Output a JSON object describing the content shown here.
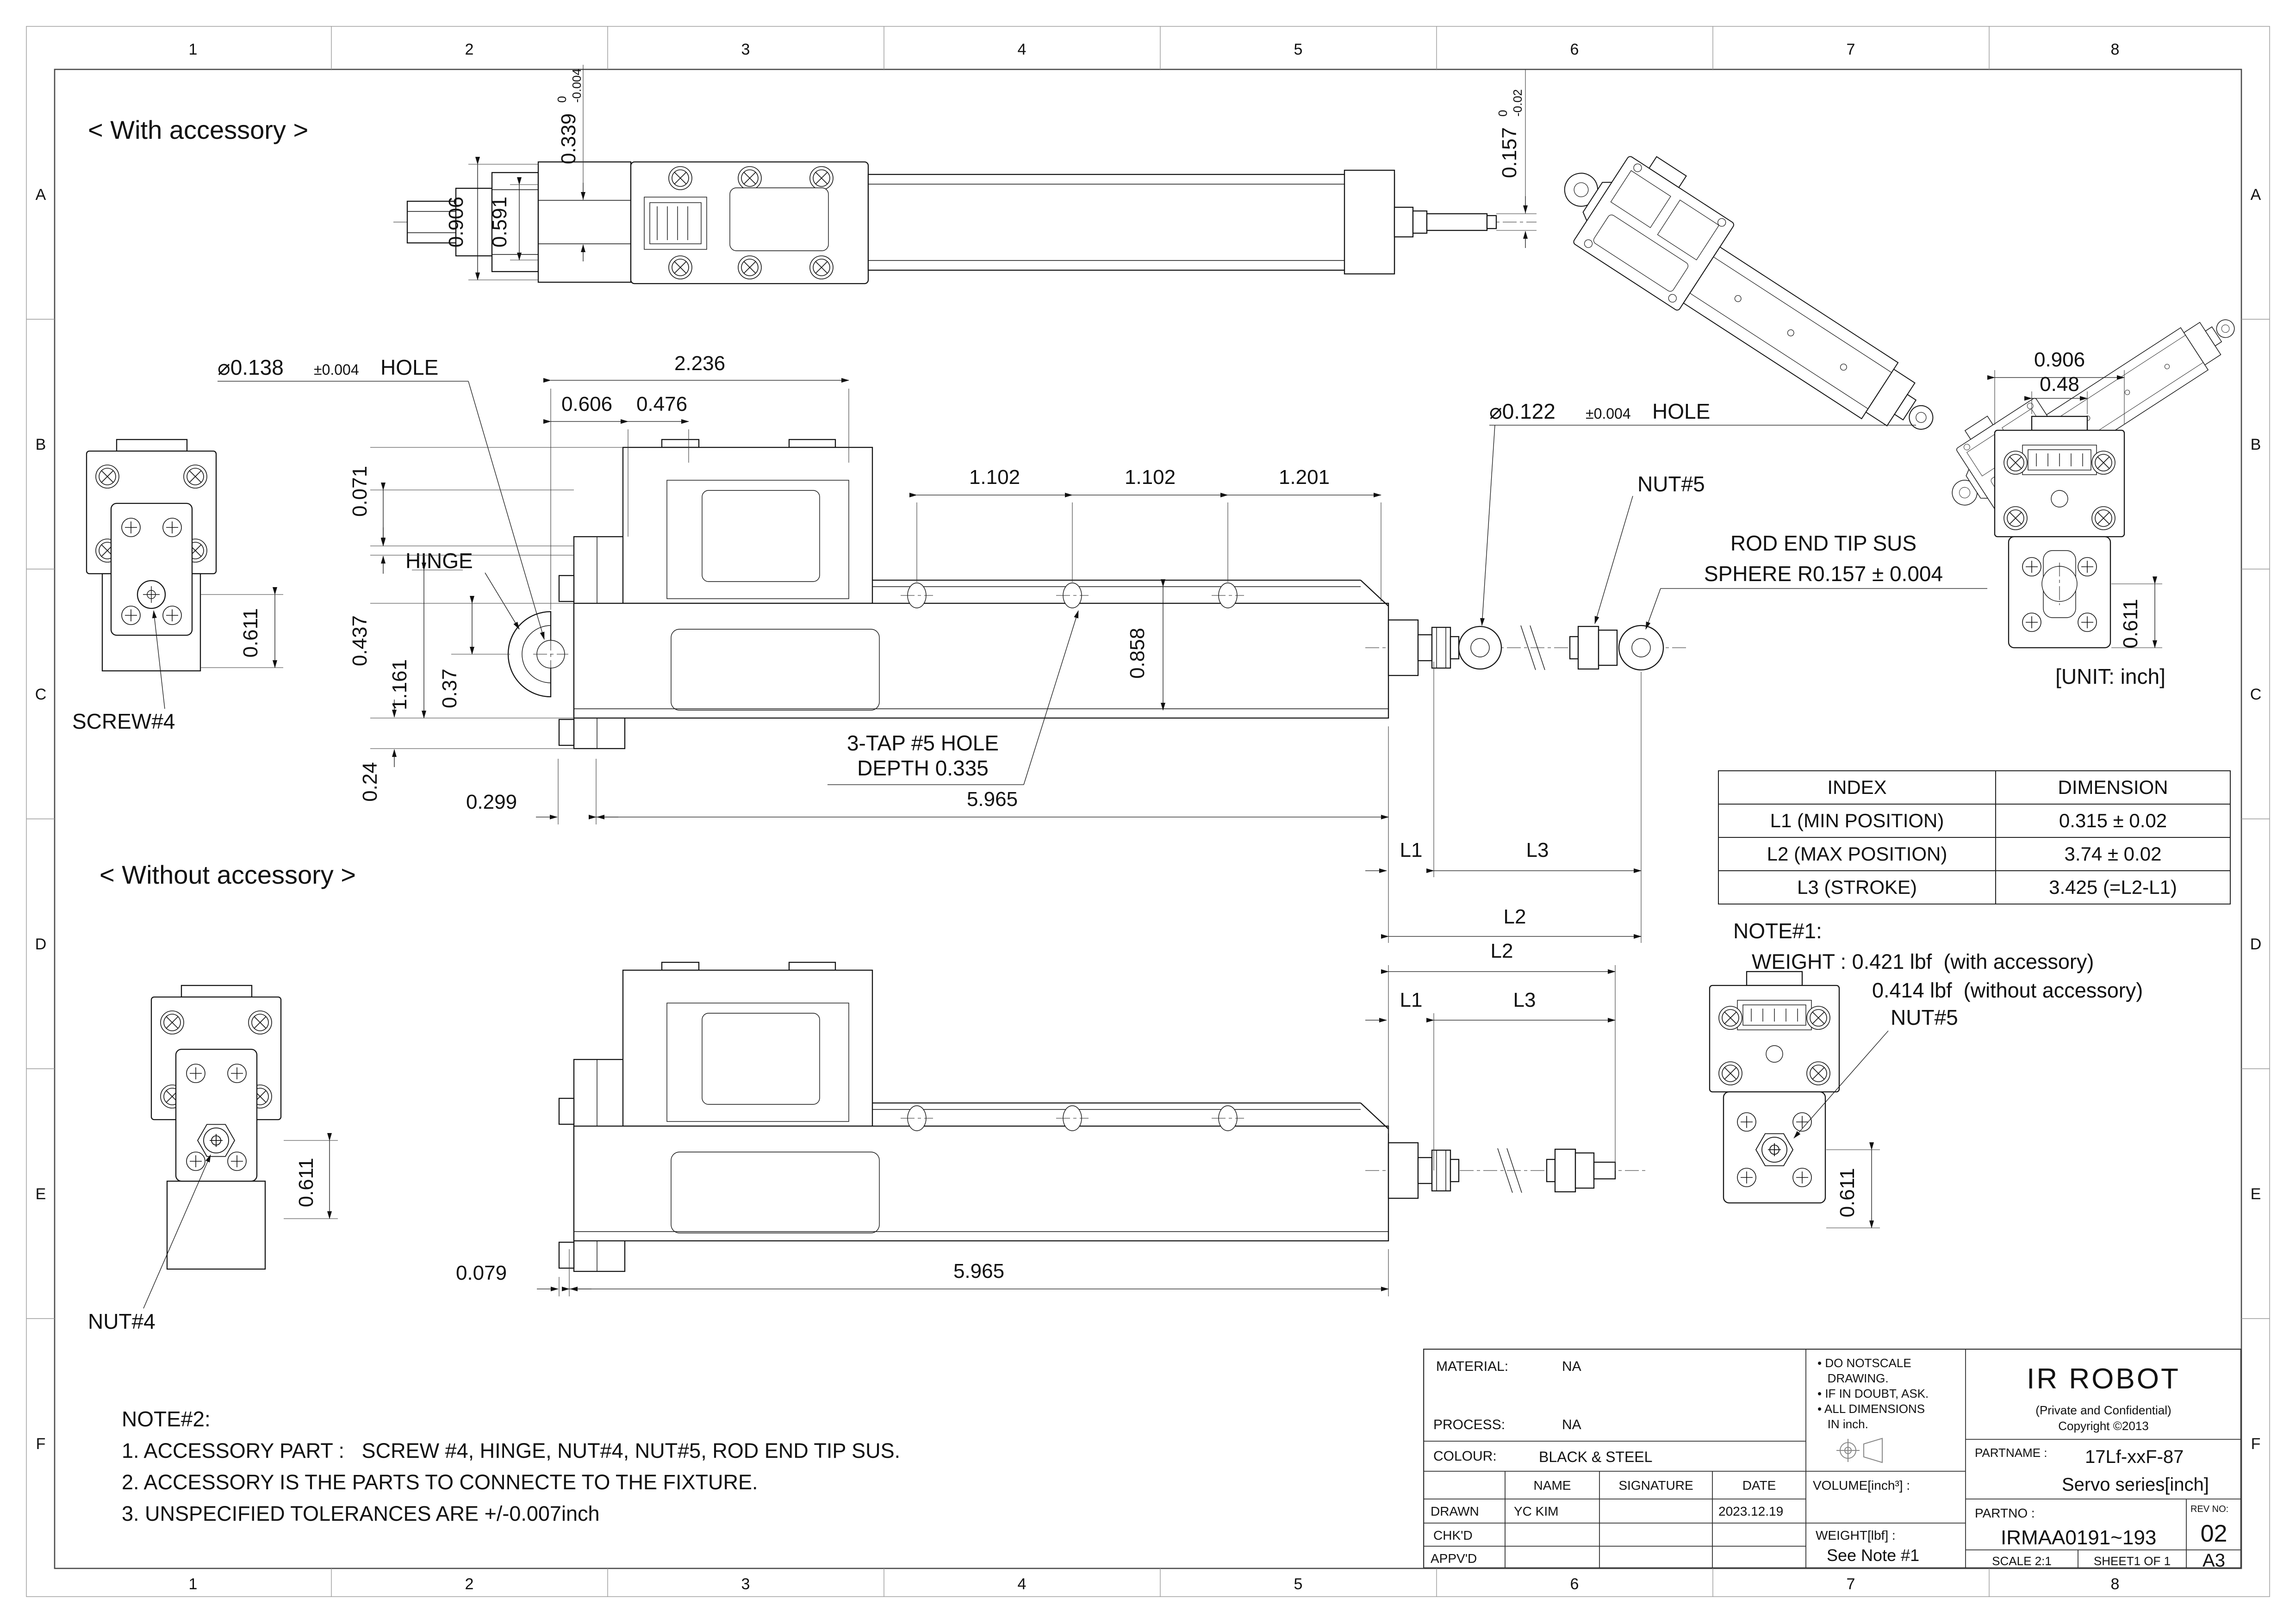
{
  "border": {
    "cols": [
      "1",
      "2",
      "3",
      "4",
      "5",
      "6",
      "7",
      "8"
    ],
    "rows": [
      "A",
      "B",
      "C",
      "D",
      "E",
      "F"
    ]
  },
  "titles": {
    "with_accessory": "< With accessory >",
    "without_accessory": "< Without accessory >",
    "unit_note": "[UNIT: inch]"
  },
  "top_view": {
    "d906": "0.906",
    "d591": "0.591",
    "d339": "0.339",
    "d339_hi": "0",
    "d339_lo": "-0.004",
    "d157": "0.157",
    "d157_hi": "0",
    "d157_lo": "-0.02"
  },
  "view1": {
    "hole138_d": "⌀0.138",
    "hole138_tol": "±0.004",
    "hole138_suffix": "HOLE",
    "d2236": "2.236",
    "d0606": "0.606",
    "d0476": "0.476",
    "hinge": "HINGE",
    "d0437": "0.437",
    "d0071": "0.071",
    "d1161": "1.161",
    "d037": "0.37",
    "d024": "0.24",
    "d1102a": "1.102",
    "d1102b": "1.102",
    "d1201": "1.201",
    "d0858": "0.858",
    "hole122_d": "⌀0.122",
    "hole122_tol": "±0.004",
    "hole122_suffix": "HOLE",
    "nut5": "NUT#5",
    "rodend1": "ROD END TIP SUS",
    "rodend2": "SPHERE R0.157 ± 0.004",
    "tap1": "3-TAP #5 HOLE",
    "tap2": "DEPTH 0.335",
    "d0299": "0.299",
    "d5965": "5.965",
    "L1": "L1",
    "L2": "L2",
    "L3": "L3",
    "screw4": "SCREW#4",
    "d0611_left": "0.611",
    "d0906": "0.906",
    "d048": "0.48",
    "d0611_right": "0.611"
  },
  "view2": {
    "L1": "L1",
    "L2": "L2",
    "L3": "L3",
    "nut4": "NUT#4",
    "nut5": "NUT#5",
    "d0611_left": "0.611",
    "d0611_right": "0.611",
    "d0079": "0.079",
    "d5965": "5.965"
  },
  "index_table": {
    "col1": "INDEX",
    "col2": "DIMENSION",
    "rows": [
      [
        "L1 (MIN POSITION)",
        "0.315 ± 0.02"
      ],
      [
        "L2 (MAX POSITION)",
        "3.74 ± 0.02"
      ],
      [
        "L3 (STROKE)",
        "3.425 (=L2-L1)"
      ]
    ]
  },
  "note1": {
    "title": "NOTE#1:",
    "line1": "WEIGHT : 0.421 lbf  (with accessory)",
    "line2": "0.414 lbf  (without accessory)"
  },
  "note2": {
    "title": "NOTE#2:",
    "item1": "1. ACCESSORY PART :   SCREW #4, HINGE, NUT#4, NUT#5, ROD END TIP SUS.",
    "item2": "2. ACCESSORY IS THE PARTS TO CONNECTE TO THE FIXTURE.",
    "item3": "3. UNSPECIFIED TOLERANCES ARE +/-0.007inch"
  },
  "title_block": {
    "material_label": "MATERIAL:",
    "material": "NA",
    "process_label": "PROCESS:",
    "process": "NA",
    "colour_label": "COLOUR:",
    "colour": "BLACK & STEEL",
    "col_name": "NAME",
    "col_signature": "SIGNATURE",
    "col_date": "DATE",
    "drawn_label": "DRAWN",
    "drawn_name": "YC KIM",
    "drawn_date": "2023.12.19",
    "chkd_label": "CHK'D",
    "appvd_label": "APPV'D",
    "note_a1": "• DO NOTSCALE",
    "note_a2": "   DRAWING.",
    "note_b": "• IF IN DOUBT, ASK.",
    "note_c1": "• ALL DIMENSIONS",
    "note_c2": "   IN inch.",
    "volume_label": "VOLUME[inch³] :",
    "weight_label": "WEIGHT[lbf] :",
    "weight_value": "See Note #1",
    "company": "IR ROBOT",
    "confidential": "(Private and Confidential)",
    "copyright": "Copyright ©2013",
    "partname_label": "PARTNAME :",
    "partname1": "17Lf-xxF-87",
    "partname2": "Servo series[inch]",
    "partno_label": "PARTNO :",
    "partno": "IRMAA0191~193",
    "revno_label": "REV NO:",
    "revno": "02",
    "scale_label": "SCALE 2:1",
    "sheet_label": "SHEET1 OF 1",
    "size": "A3"
  }
}
